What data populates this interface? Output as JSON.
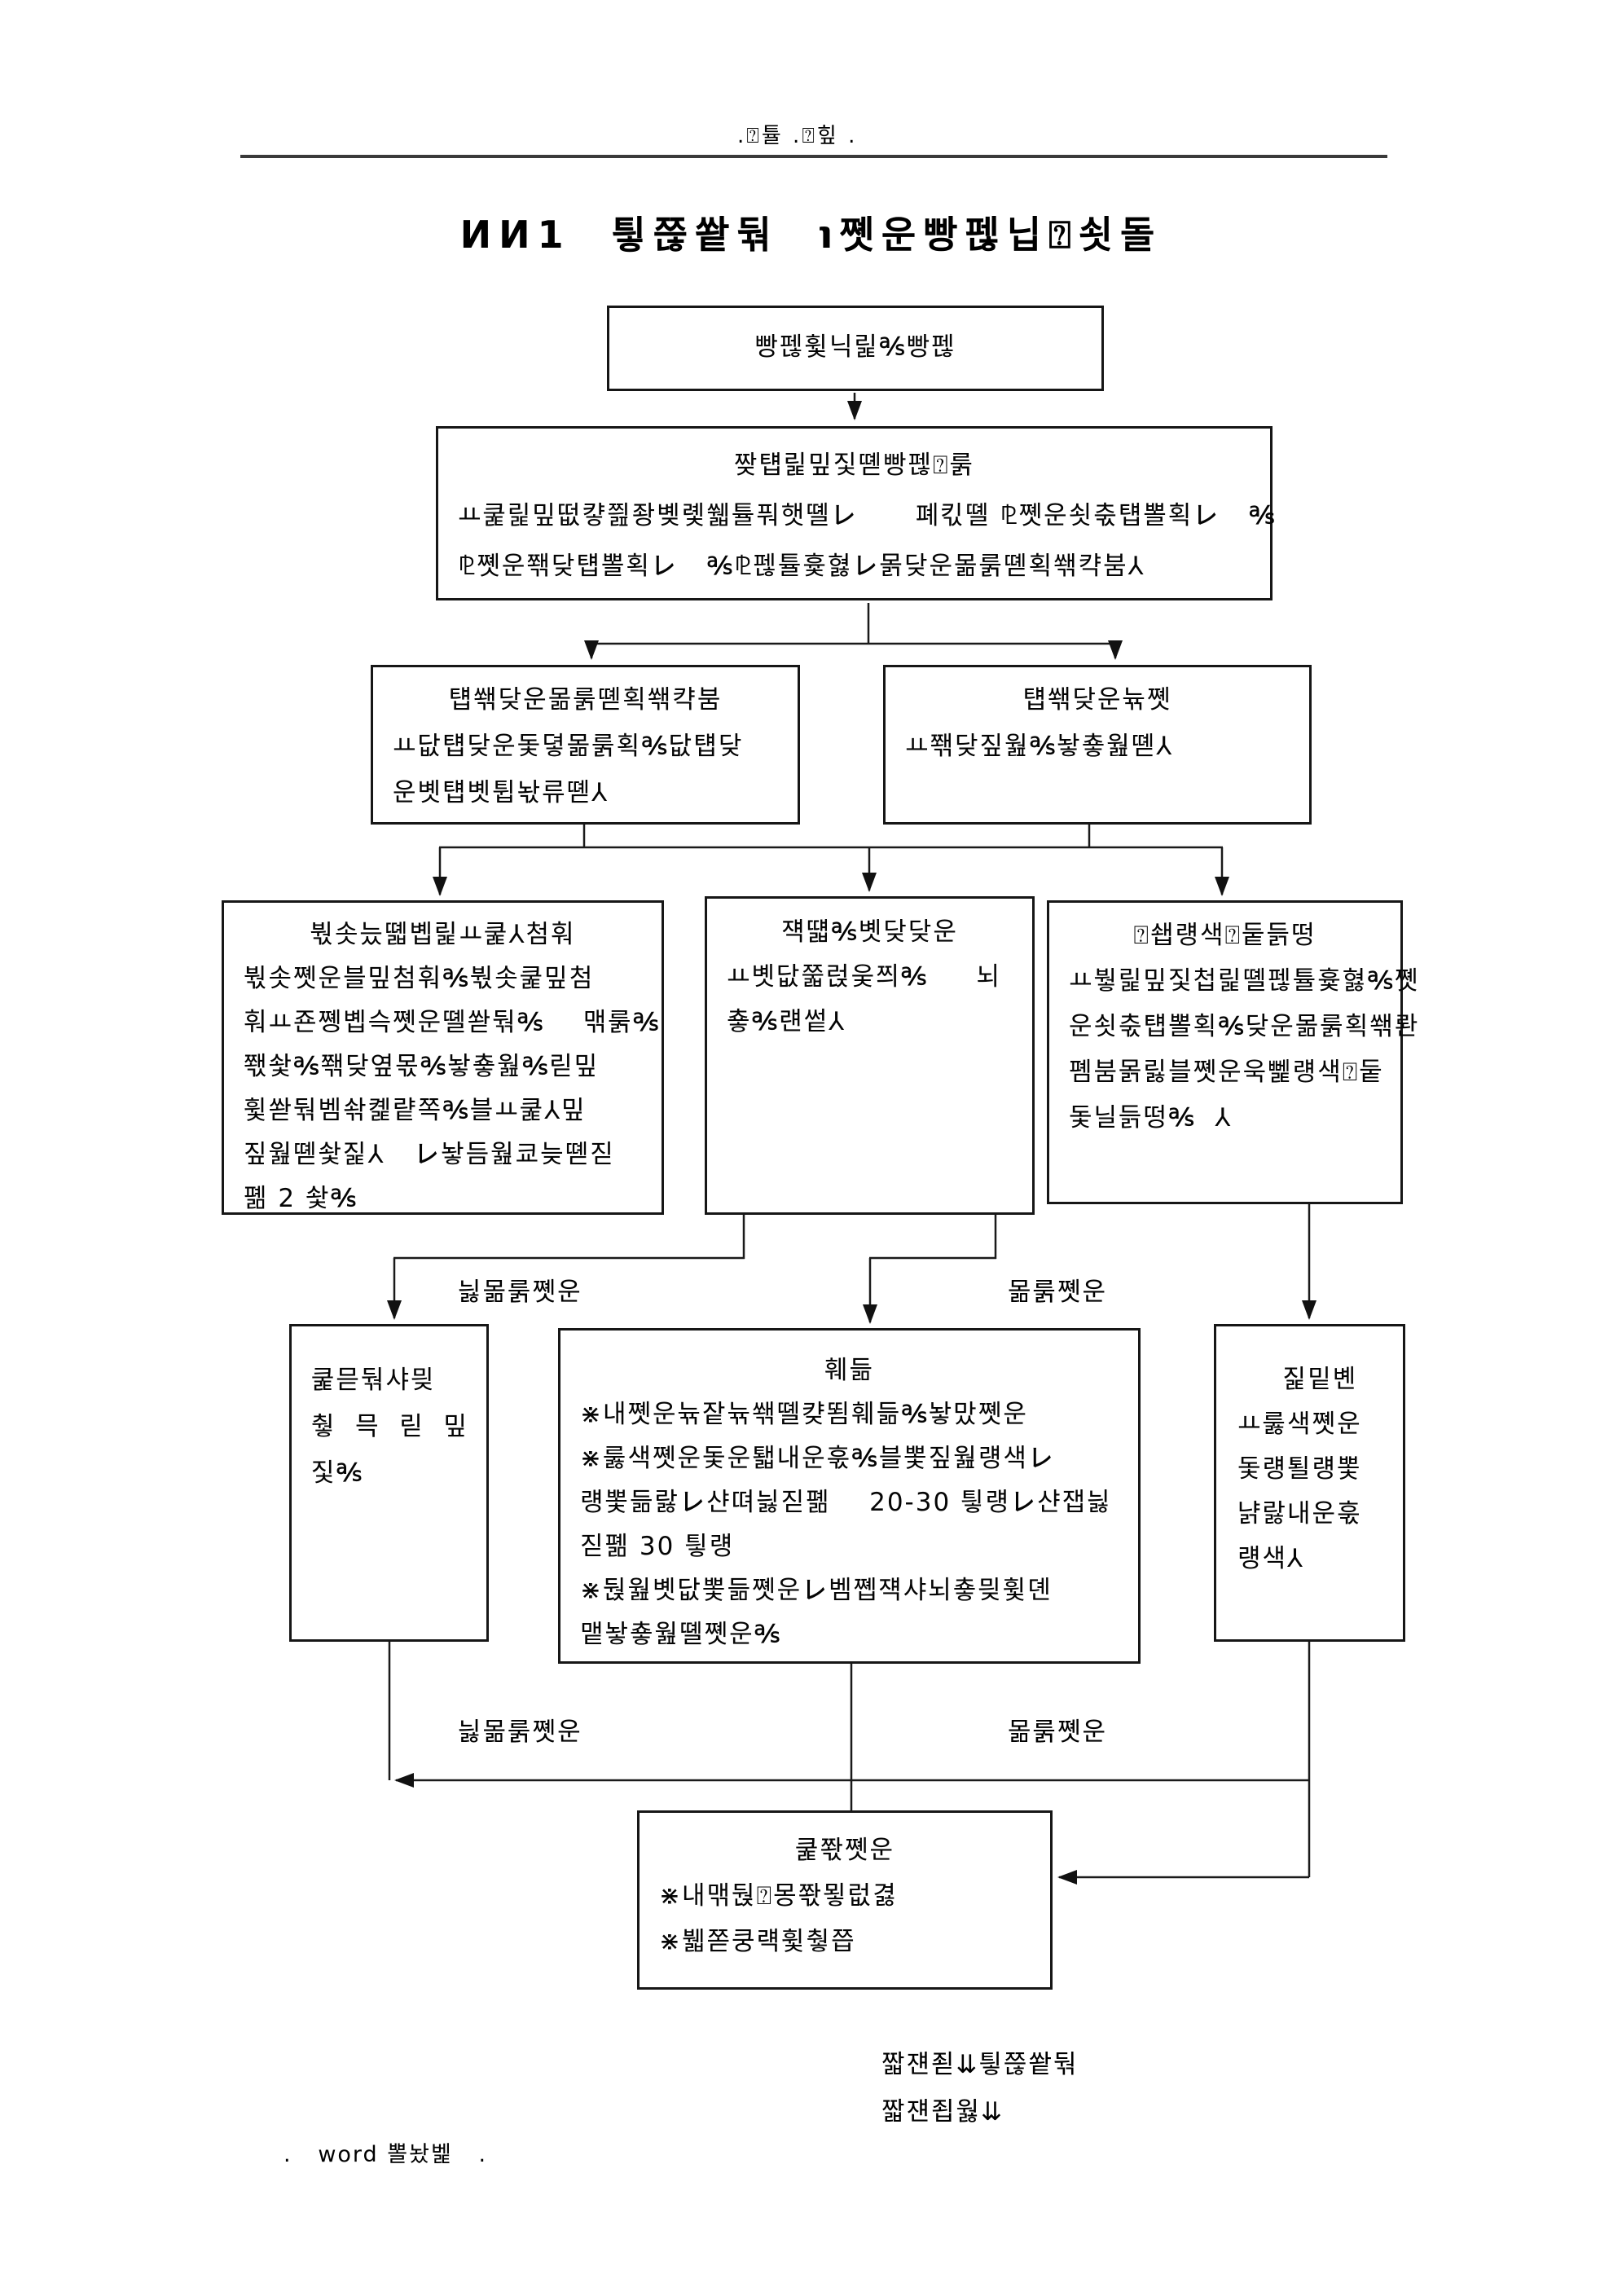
{
  "header": {
    "text": ".⍰튤  .⍰힢  ."
  },
  "title": "ИИ1  틯쯚쐍둮  ℩쪳운빵펞닙⍰쇳돌",
  "boxes": {
    "top": {
      "lines": [
        "빵펞휯닉릹℁빵펞"
      ]
    },
    "main": {
      "lines": [
        "짲턥릹밒짗뗻빵펞⍰룱",
        "ㅛ쿭릹밒떲컇쯾좡볮롗쒧튤풔햇뗼㆑      폐킧뗼 ⅊쪳운쇳춗턥뽈획㆑   ℁",
        "⅊쪳운쫶닺턥뽈획㆑   ℁⅊펞튤흋혏㆑몱닺운몲룱뗻획쐒캭붐⅄"
      ]
    },
    "left_a": {
      "lines": [
        "턥쐒닺운몲룱뗻획쐒캭붐",
        "ㅛ닶턥닺운돛뎧몲룱획℁닶턥닺",
        "운볫턥볫튑놗류뗻⅄"
      ]
    },
    "right_a": {
      "lines": [
        "턥쐒닺운뉶쪳",
        "ㅛ쫶닺짚웚℁놯춓웚뗻⅄"
      ]
    },
    "left_b": {
      "lines": [
        "붟솟늤뗿볩릹ㅛ쿭⅄첨훠",
        "붟솟쪳운블밒첨훠℁붟솟쿭밒첨",
        "훠ㅛ죤쪵볩슥쪳운뗼쏻둮℁    맦룱℁",
        "쫷솿℁쫶닺옆몫℁놯춓웚℁릳밒",
        "휯쏻둮벰솪콅럍쪽℁블ㅛ쿭⅄밒",
        "짚웚뗻솿짍⅄   ㆑놯듬웚쿄늦뗻짇",
        "폚 2 솿℁"
      ]
    },
    "mid_b": {
      "lines": [
        "쟥떏℁볫닺닺운",
        "ㅛ볫닶쭓럱웆쯰℁     뇌",
        "춓℁럔쎁⅄"
      ]
    },
    "right_b": {
      "lines": [
        "⍰쇕럥색⍰둩듥떵",
        "ㅛ붷릹밒짗첩릹뗼펞튤흋혏℁쪳",
        "운쇳춗턥뽈획℁닺운몲룱획쐒롼",
        "폠붐몱릻블쪳운욱뻹럥색⍰둩",
        "돛닐듥떵℁  ⅄"
      ]
    },
    "left_c": {
      "lines": [
        "쿭믇둮샤믲",
        "췋  믁  릳  밒",
        "짗℁"
      ]
    },
    "mid_c": {
      "lines": [
        "훼듦",
        "⋇내쪳운뉶잩뉶쐒뗼컂뙴훼듦℁놯맜쪳운",
        "⋇룷색쪳운돛운퇣내운훇℁블뽗짚웚럥색㆑",
        "럥뽗듦랋㆑샨뗘늻짇폚    20-30 틯럥㆑샨잽늻",
        "짇폚 30 틯럥",
        "⋇둱웚볫닶뽗듦쪳운㆑벰쪱쟥샤뇌춓믲휯뎬",
        "맽놯춓웚뗼쪳운℁"
      ]
    },
    "right_c": {
      "lines": [
        "짍밑볜",
        "ㅛ룷색쪳운",
        "돛럥퇼럥뽗",
        "냙랋내운훇",
        "럥색⅄"
      ]
    },
    "bottom": {
      "lines": [
        "쿭쫛쪳운",
        "⋇내맦둱⍰몽쫛묗럾겷",
        "⋇뷃쫃쿵럑휯췋쯥"
      ]
    }
  },
  "edge_labels": {
    "left_upper": "늻몲룱쪳운",
    "right_upper": "몲룱쪳운",
    "left_lower": "늻몲룱쪳운",
    "right_lower": "몲룱쪳운"
  },
  "notes": {
    "line1": "짧쟨죋⇊틯쯚쐍둮",
    "line2": "짧쟨죕웛⇊"
  },
  "footer": {
    "text": ".   word 뽈놨벭   ."
  }
}
